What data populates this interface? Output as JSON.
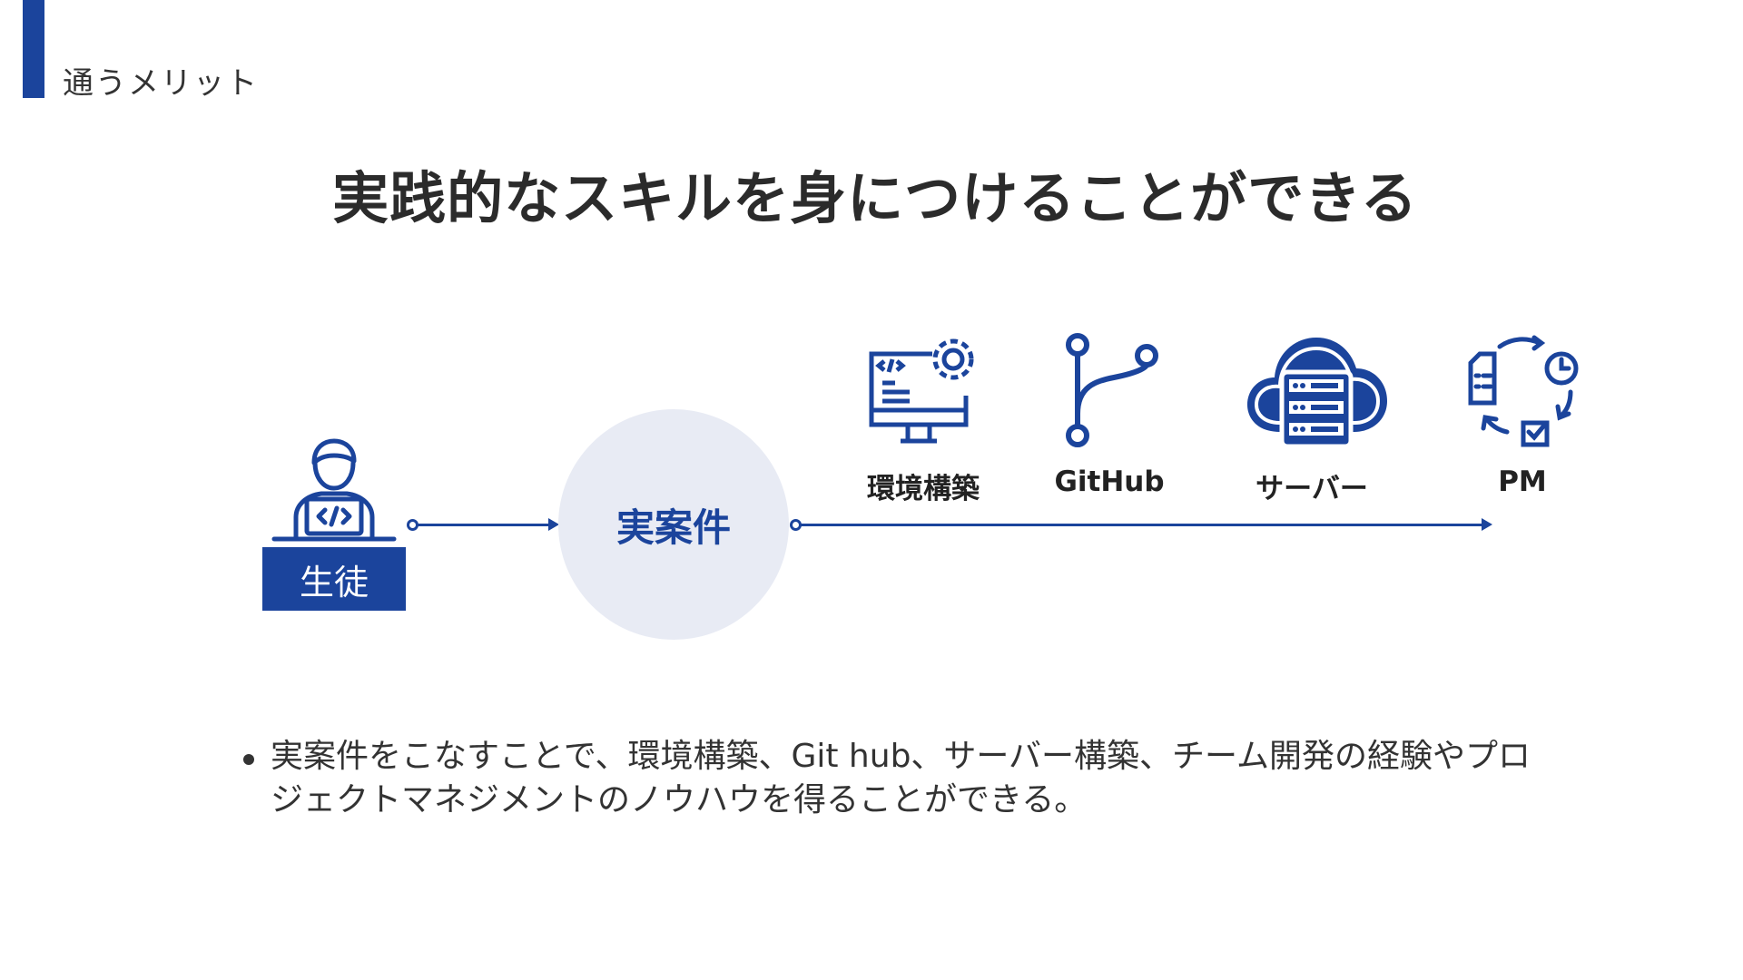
{
  "header": {
    "section": "通うメリット",
    "title": "実践的なスキルを身につけることができる"
  },
  "flow": {
    "student": "生徒",
    "hub": "実案件",
    "skills": [
      {
        "label": "環境構築",
        "icon": "monitor-code-gear-icon"
      },
      {
        "label": "GitHub",
        "icon": "git-branch-icon"
      },
      {
        "label": "サーバー",
        "icon": "cloud-server-icon"
      },
      {
        "label": "PM",
        "icon": "project-cycle-icon"
      }
    ]
  },
  "bullets": [
    "実案件をこなすことで、環境構築、Git hub、サーバー構築、チーム開発の経験やプロジェクトマネジメントのノウハウを得ることができる。"
  ],
  "colors": {
    "accent": "#1b449c",
    "circle": "#e8ebf4"
  }
}
